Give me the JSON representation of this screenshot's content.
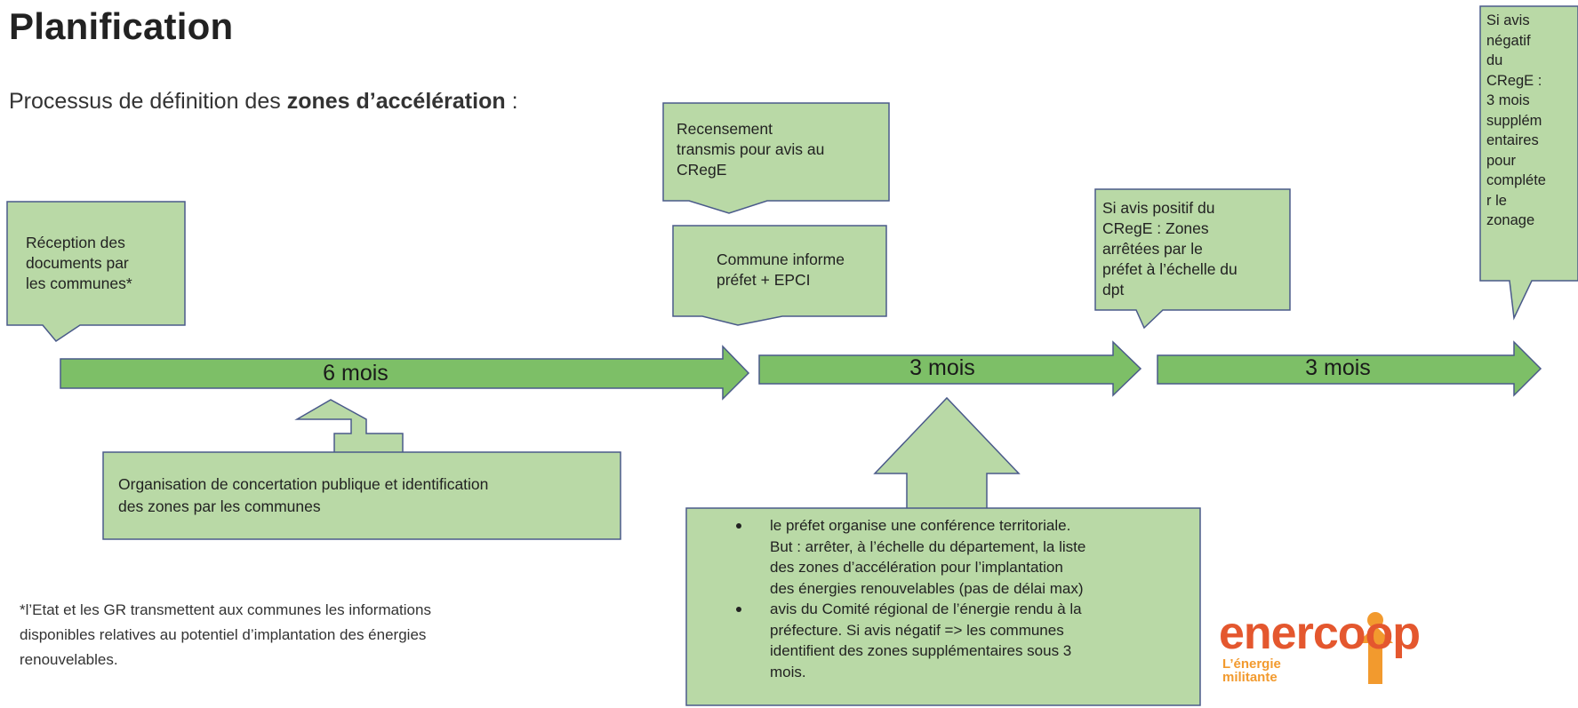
{
  "title": "Planification",
  "subtitle": {
    "prefix": "Processus de définition des ",
    "bold": "zones d’accélération",
    "suffix": " :"
  },
  "colors": {
    "fill": "#b9d9a6",
    "stroke": "#4a5a8a",
    "arrow_fill": "#7dbf67",
    "text": "#222222",
    "logo_red": "#e4572e",
    "logo_orange": "#f29a2e"
  },
  "callouts": {
    "reception": [
      "Réception des",
      "documents par",
      "les communes*"
    ],
    "recensement": [
      "Recensement",
      "transmis pour avis au",
      "CRegE"
    ],
    "commune": [
      "Commune informe",
      "préfet + EPCI"
    ],
    "avis_positif": [
      "Si avis positif du",
      "CRegE : Zones",
      "arrêtées par le",
      "préfet à l’échelle du",
      "dpt"
    ],
    "avis_negatif": [
      "Si avis",
      "négatif",
      "du",
      "CRegE :",
      "3 mois",
      "supplém",
      "entaires",
      "pour",
      "compléte",
      "r le",
      "zonage"
    ]
  },
  "arrows": [
    {
      "label": "6 mois"
    },
    {
      "label": "3 mois"
    },
    {
      "label": "3 mois"
    }
  ],
  "organisation": [
    "Organisation de concertation publique et identification",
    "des zones par les communes"
  ],
  "prefet_bullets": [
    [
      "le préfet organise une conférence territoriale.",
      "But : arrêter, à l’échelle du département, la liste",
      "des zones d’accélération pour l’implantation",
      "des énergies renouvelables (pas de délai max)"
    ],
    [
      "avis du Comité régional de l’énergie rendu à la",
      "préfecture. Si avis négatif => les communes",
      "identifient des zones supplémentaires sous 3",
      "mois."
    ]
  ],
  "footnote": [
    "*l’Etat et les GR transmettent aux communes les informations",
    "disponibles relatives au potentiel d’implantation des énergies",
    "renouvelables."
  ],
  "logo": {
    "brand": "enercoop",
    "tagline": [
      "L’énergie",
      "militante"
    ]
  }
}
